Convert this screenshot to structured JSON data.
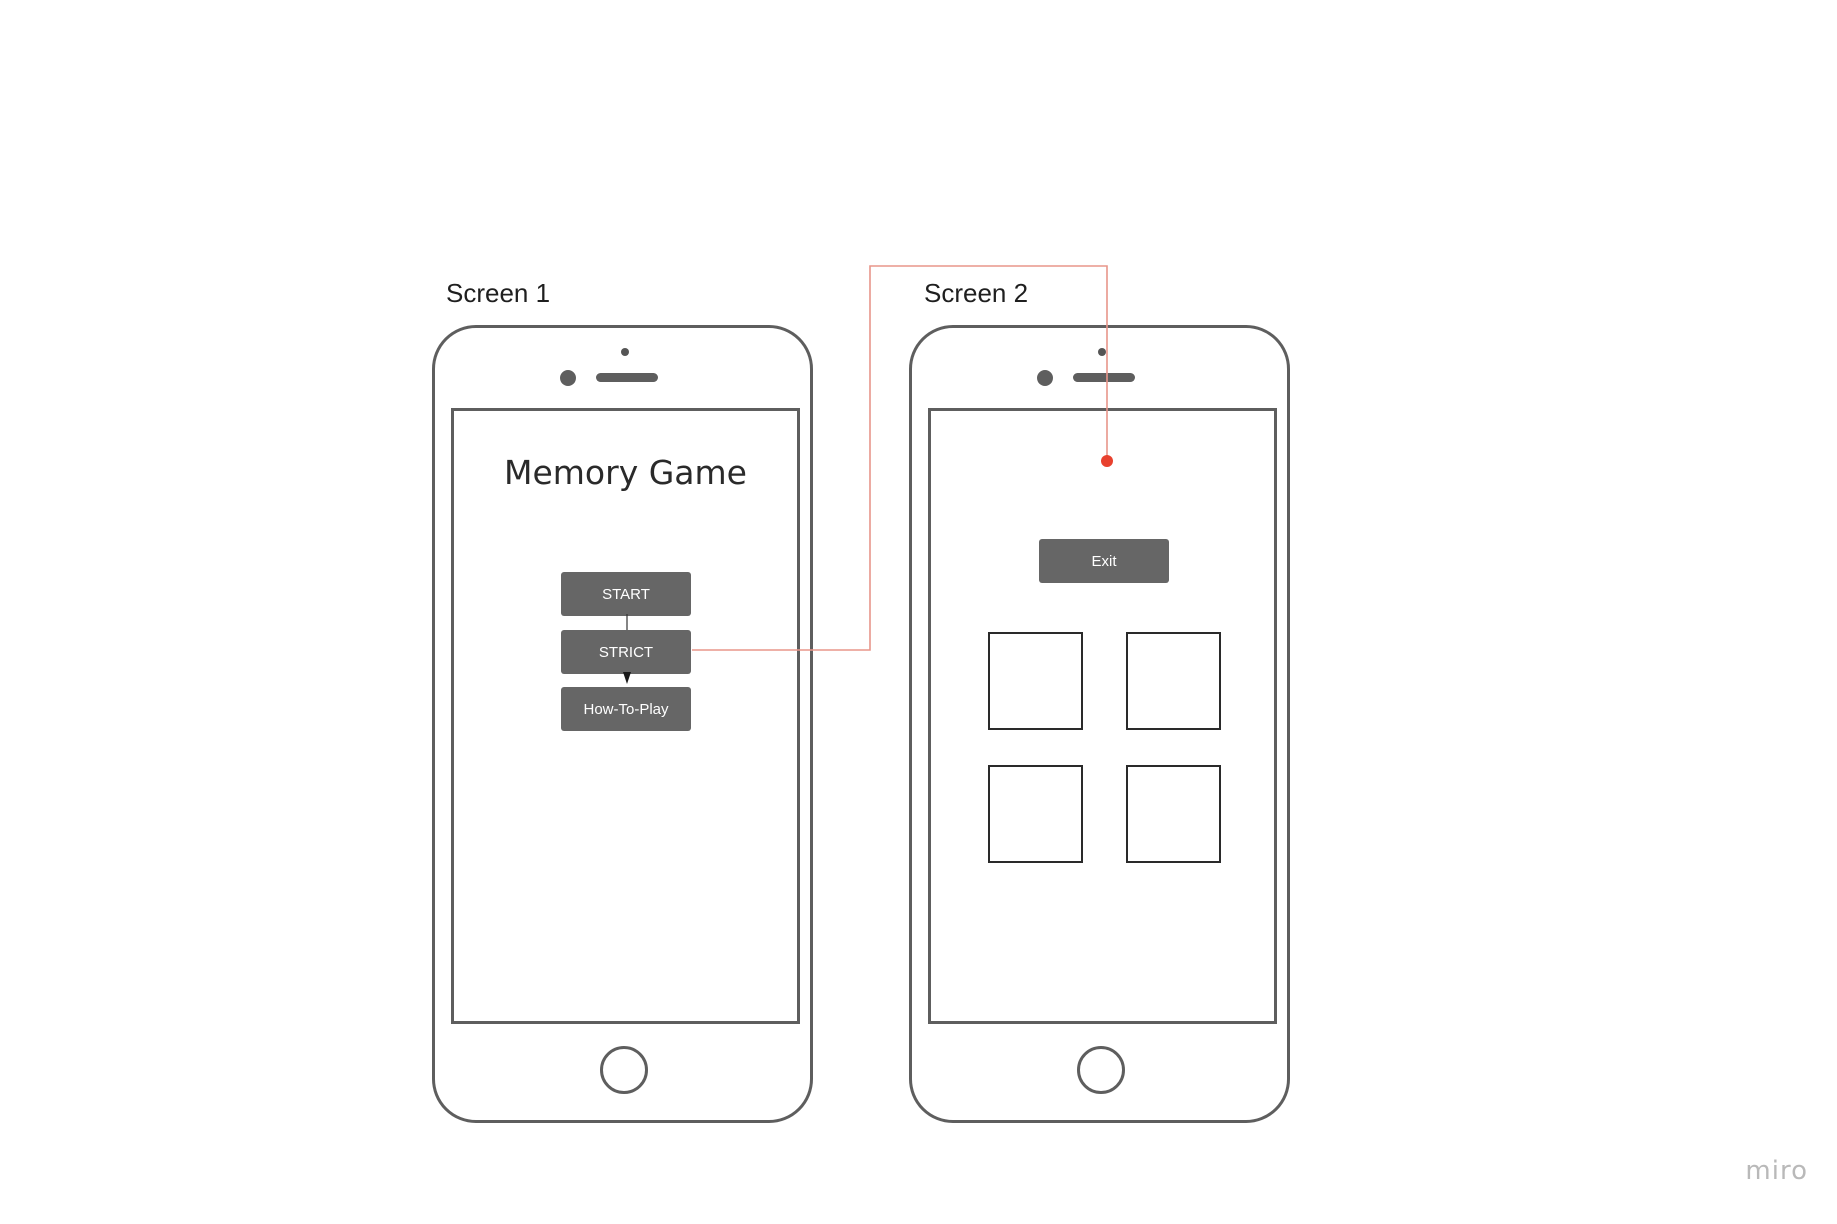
{
  "screens": [
    {
      "label": "Screen 1",
      "app_title": "Memory Game",
      "buttons": {
        "start": "START",
        "strict": "STRICT",
        "how_to_play": "How-To-Play"
      }
    },
    {
      "label": "Screen 2",
      "buttons": {
        "exit": "Exit"
      },
      "tiles_count": 4
    }
  ],
  "watermark": "miro",
  "colors": {
    "device_outline": "#5e5e5e",
    "button_fill": "#666666",
    "button_text": "#ffffff",
    "connector_line": "#e8968a",
    "connector_dot": "#e8412e",
    "watermark": "#b9b9b9"
  }
}
